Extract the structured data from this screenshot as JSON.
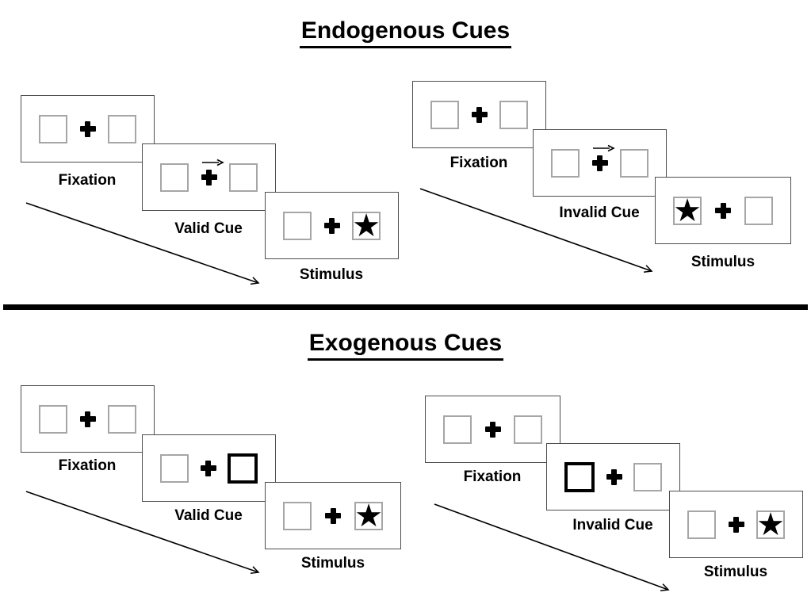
{
  "colors": {
    "ink": "#000000",
    "card_border": "#4d4d4d",
    "box_border": "#a6a6a6",
    "cued_box_border": "#000000",
    "background": "#ffffff"
  },
  "glyphs": {
    "star": "★"
  },
  "sections": [
    {
      "title": "Endogenous Cues",
      "panels": [
        {
          "name": "valid",
          "cards": [
            {
              "label": "Fixation",
              "left_symbol": "",
              "right_symbol": ""
            },
            {
              "label": "Valid Cue",
              "cue": "arrow-right",
              "left_symbol": "",
              "right_symbol": ""
            },
            {
              "label": "Stimulus",
              "left_symbol": "",
              "right_symbol": "★"
            }
          ]
        },
        {
          "name": "invalid",
          "cards": [
            {
              "label": "Fixation",
              "left_symbol": "",
              "right_symbol": ""
            },
            {
              "label": "Invalid Cue",
              "cue": "arrow-right",
              "left_symbol": "",
              "right_symbol": ""
            },
            {
              "label": "Stimulus",
              "left_symbol": "★",
              "right_symbol": ""
            }
          ]
        }
      ]
    },
    {
      "title": "Exogenous Cues",
      "panels": [
        {
          "name": "valid",
          "cards": [
            {
              "label": "Fixation",
              "left_symbol": "",
              "right_symbol": ""
            },
            {
              "label": "Valid Cue",
              "cue": "box-right",
              "left_symbol": "",
              "right_symbol": ""
            },
            {
              "label": "Stimulus",
              "left_symbol": "",
              "right_symbol": "★"
            }
          ]
        },
        {
          "name": "invalid",
          "cards": [
            {
              "label": "Fixation",
              "left_symbol": "",
              "right_symbol": ""
            },
            {
              "label": "Invalid Cue",
              "cue": "box-left",
              "left_symbol": "",
              "right_symbol": ""
            },
            {
              "label": "Stimulus",
              "left_symbol": "",
              "right_symbol": "★"
            }
          ]
        }
      ]
    }
  ]
}
